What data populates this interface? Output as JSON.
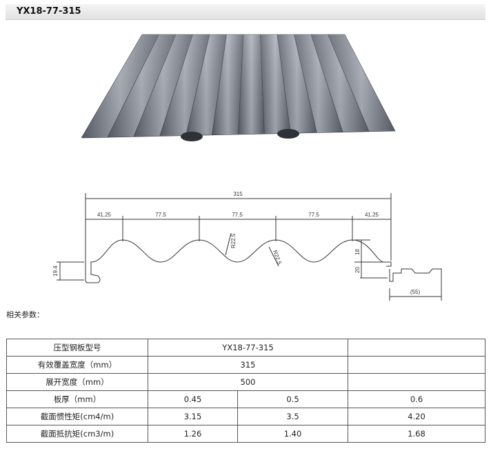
{
  "header": {
    "title": "YX18-77-315"
  },
  "drawing": {
    "dims": {
      "total": "315",
      "left_edge": "41.25",
      "pitch_1": "77.5",
      "pitch_2": "77.5",
      "pitch_3": "77.5",
      "right_edge": "41.25",
      "radius_1": "R22.5",
      "radius_2": "R22.5",
      "height_top": "18",
      "height_side": "20",
      "height_left": "19.4",
      "lap_width": "(55)"
    }
  },
  "section": {
    "params_label": "相关参数："
  },
  "table": {
    "rows": [
      {
        "label": "压型钢板型号",
        "cells": [
          "YX18-77-315",
          ""
        ]
      },
      {
        "label": "有效覆盖宽度（mm）",
        "cells": [
          "315",
          ""
        ]
      },
      {
        "label": "展开宽度（mm）",
        "cells": [
          "500",
          ""
        ]
      },
      {
        "label": "板厚（mm）",
        "cells": [
          "0.45",
          "0.5",
          "0.6"
        ]
      },
      {
        "label": "截面惯性矩(cm4/m)",
        "cells": [
          "3.15",
          "3.5",
          "4.20"
        ]
      },
      {
        "label": "截面抵抗矩(cm3/m)",
        "cells": [
          "1.26",
          "1.40",
          "1.68"
        ]
      }
    ]
  },
  "colors": {
    "sheet_light": "#9aa0ab",
    "sheet_dark": "#4e535c",
    "line": "#333333"
  }
}
